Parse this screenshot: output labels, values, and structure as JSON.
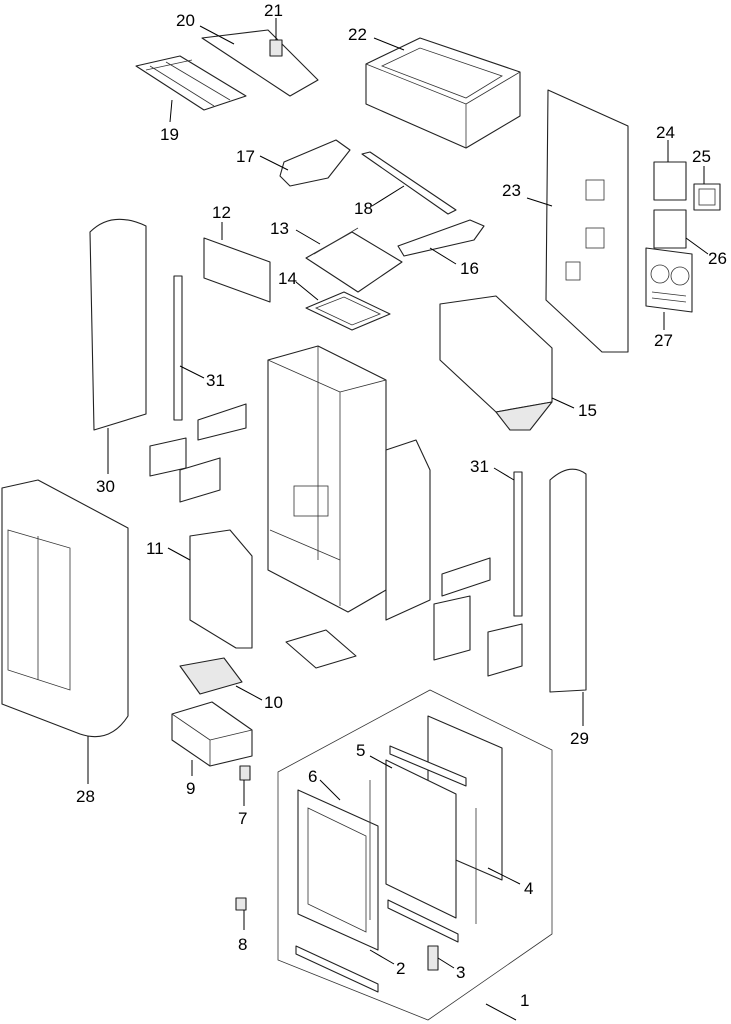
{
  "callouts": [
    {
      "id": "1",
      "label": "1"
    },
    {
      "id": "2",
      "label": "2"
    },
    {
      "id": "3",
      "label": "3"
    },
    {
      "id": "4",
      "label": "4"
    },
    {
      "id": "5",
      "label": "5"
    },
    {
      "id": "6",
      "label": "6"
    },
    {
      "id": "7",
      "label": "7"
    },
    {
      "id": "8",
      "label": "8"
    },
    {
      "id": "9",
      "label": "9"
    },
    {
      "id": "10",
      "label": "10"
    },
    {
      "id": "11",
      "label": "11"
    },
    {
      "id": "12",
      "label": "12"
    },
    {
      "id": "13",
      "label": "13"
    },
    {
      "id": "14",
      "label": "14"
    },
    {
      "id": "15",
      "label": "15"
    },
    {
      "id": "16",
      "label": "16"
    },
    {
      "id": "17",
      "label": "17"
    },
    {
      "id": "18",
      "label": "18"
    },
    {
      "id": "19",
      "label": "19"
    },
    {
      "id": "20",
      "label": "20"
    },
    {
      "id": "21",
      "label": "21"
    },
    {
      "id": "22",
      "label": "22"
    },
    {
      "id": "23",
      "label": "23"
    },
    {
      "id": "24",
      "label": "24"
    },
    {
      "id": "25",
      "label": "25"
    },
    {
      "id": "26",
      "label": "26"
    },
    {
      "id": "27",
      "label": "27"
    },
    {
      "id": "28",
      "label": "28"
    },
    {
      "id": "29",
      "label": "29"
    },
    {
      "id": "30",
      "label": "30"
    },
    {
      "id": "31a",
      "label": "31"
    },
    {
      "id": "31b",
      "label": "31"
    }
  ]
}
